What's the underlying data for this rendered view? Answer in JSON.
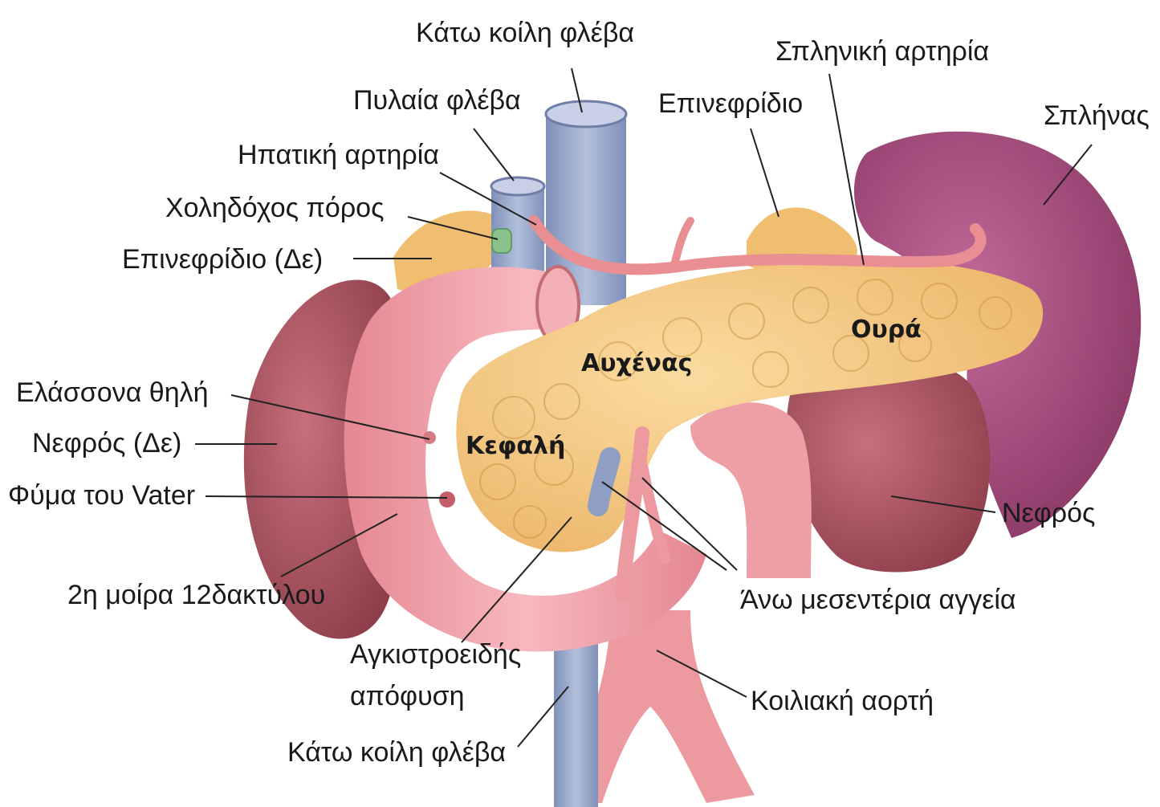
{
  "colors": {
    "vein": "#8f9fc4",
    "vein_dark": "#6e7ea6",
    "artery": "#e98f94",
    "duodenum": "#f1a3aa",
    "pancreas": "#f5c77e",
    "kidney": "#a9505e",
    "spleen": "#a64a7e",
    "adrenal": "#f0be70",
    "bile": "#8bc28b"
  },
  "labels": {
    "ivc_top": "Κάτω κοίλη φλέβα",
    "splenic_artery": "Σπληνική αρτηρία",
    "portal_vein": "Πυλαία φλέβα",
    "adrenal_left": "Επινεφρίδιο",
    "spleen": "Σπλήνας",
    "hepatic_artery": "Ηπατική αρτηρία",
    "bile_duct": "Χοληδόχος πόρος",
    "adrenal_right": "Επινεφρίδιο (Δε)",
    "tail": "Ουρά",
    "neck": "Αυχένας",
    "minor_papilla": "Ελάσσονα θηλή",
    "head": "Κεφαλή",
    "kidney_right": "Νεφρός (Δε)",
    "vater": "Φύμα του Vater",
    "kidney_left": "Νεφρός",
    "duodenum_2nd": "2η μοίρα 12δακτύλου",
    "sma_vessels": "Άνω μεσεντέρια αγγεία",
    "uncinate_1": "Αγκιστροειδής",
    "uncinate_2": "απόφυση",
    "aorta": "Κοιλιακή αορτή",
    "ivc_bottom": "Κάτω κοίλη φλέβα"
  }
}
